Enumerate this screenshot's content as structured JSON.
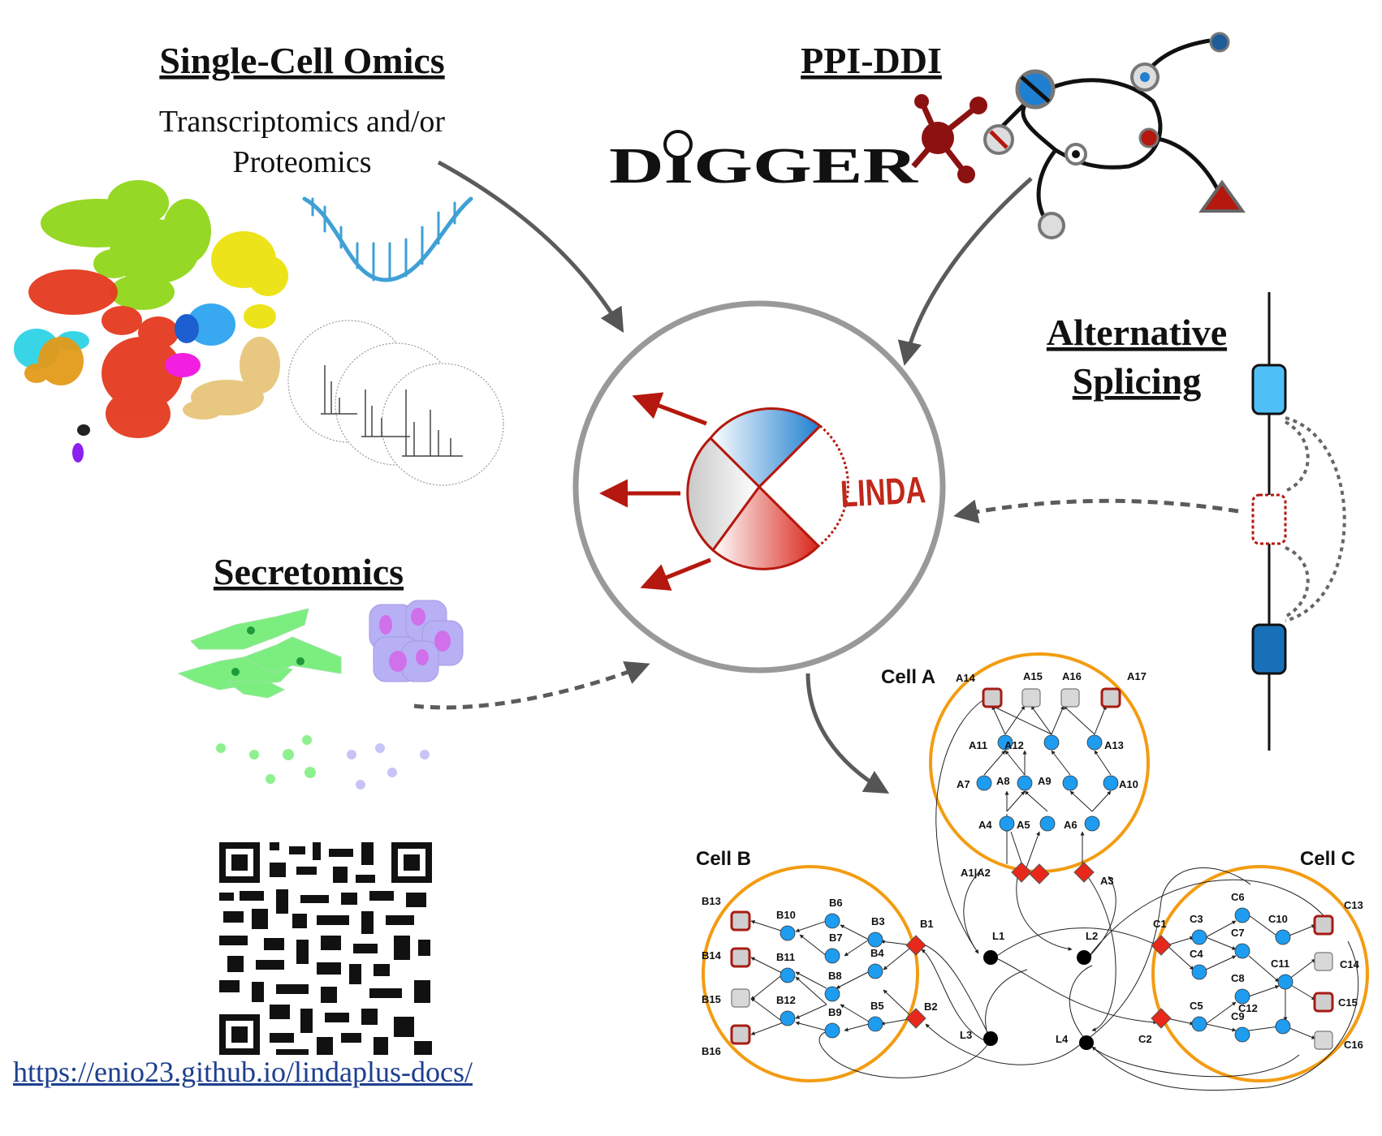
{
  "sections": {
    "single_cell": {
      "title": "Single-Cell Omics",
      "subtitle_line1": "Transcriptomics and/or",
      "subtitle_line2": "Proteomics"
    },
    "ppi": {
      "title": "PPI-DDI",
      "logo_text": "DIGGER"
    },
    "splicing": {
      "title_line1": "Alternative",
      "title_line2": "Splicing"
    },
    "secretomics": {
      "title": "Secretomics"
    },
    "center": {
      "logo_text": "LINDA"
    }
  },
  "network": {
    "cell_a": {
      "title": "Cell A"
    },
    "cell_b": {
      "title": "Cell B"
    },
    "cell_c": {
      "title": "Cell C"
    }
  },
  "url": "https://enio23.github.io/lindaplus-docs/",
  "icons": [
    "dna-icon",
    "ms-spectra-icon",
    "molecule-icon",
    "magnifier-icon",
    "cell-icon",
    "qr-code-icon"
  ],
  "colors": {
    "red": "#b5180e",
    "blue": "#1f7fd0",
    "orange": "#f39c12",
    "node_blue": "#1e9cf0",
    "node_red": "#e8281a",
    "gray": "#808080",
    "url_blue": "#1c3f8f"
  }
}
